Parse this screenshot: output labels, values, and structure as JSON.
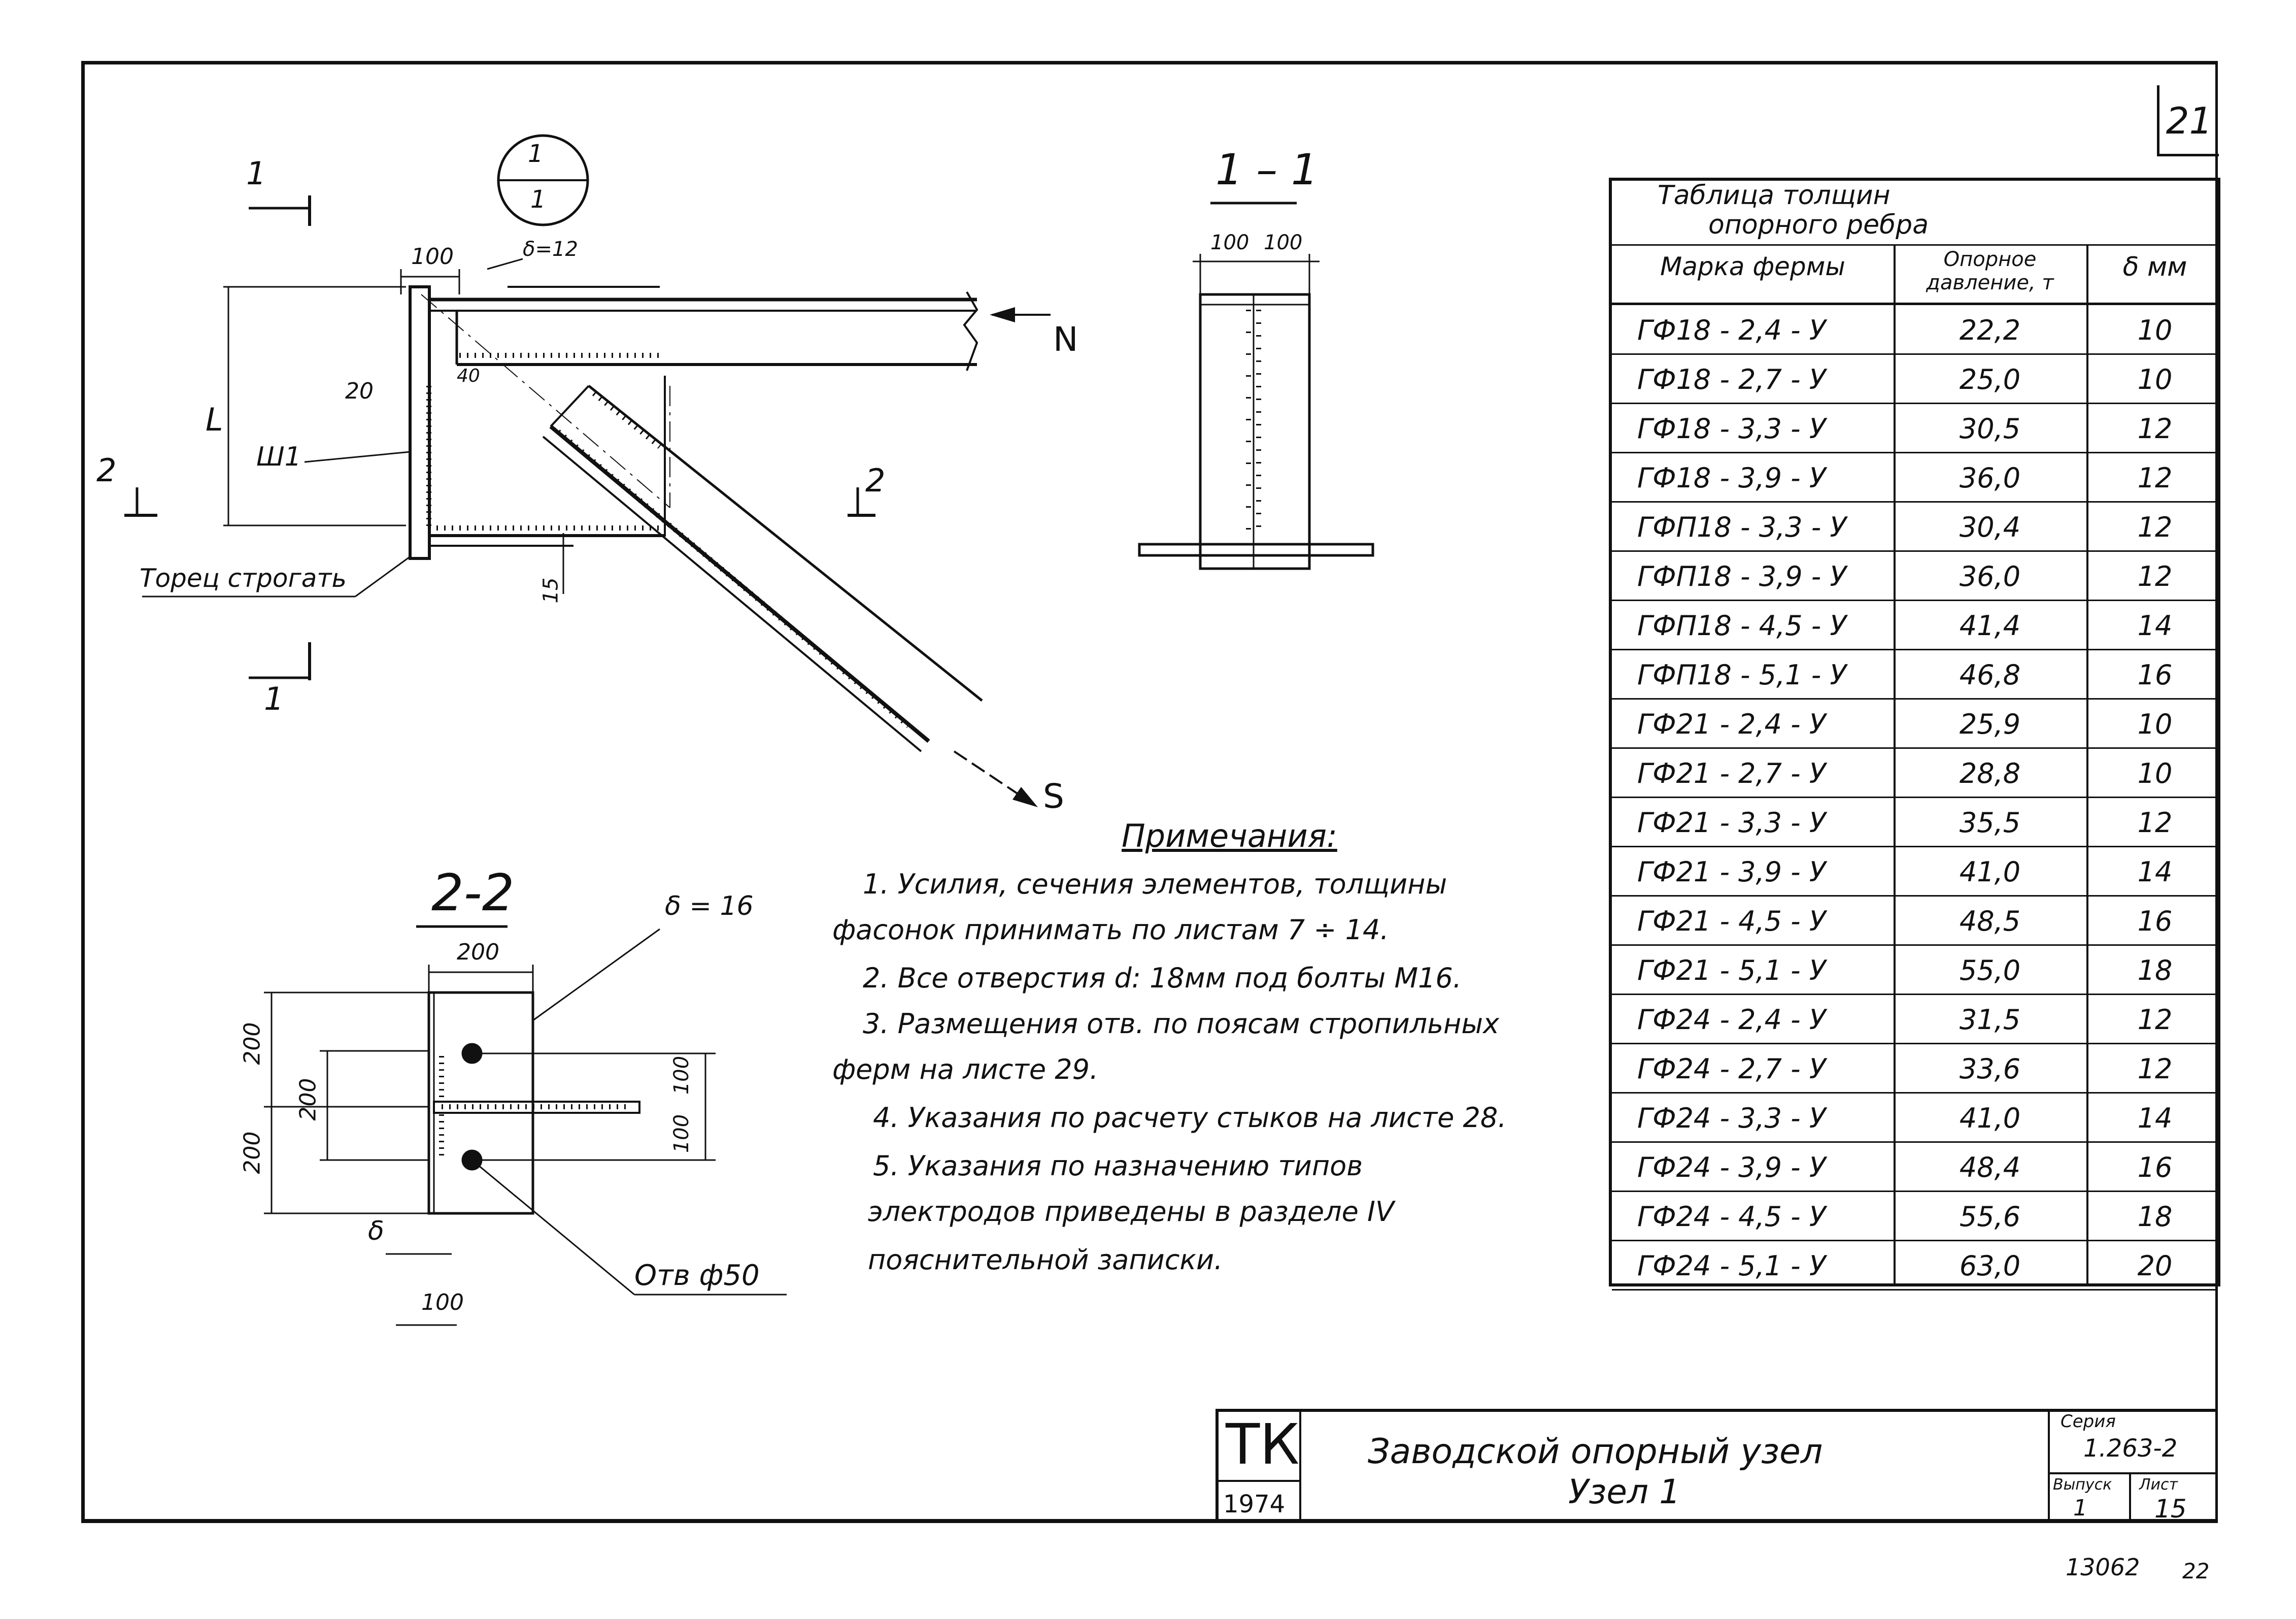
{
  "sheet_number": "21",
  "corner_note": {
    "code": "13062",
    "num": "22"
  },
  "drawing_labels": {
    "node_circle_top": "1",
    "node_circle_bottom": "1",
    "section_1_1_title": "1 – 1",
    "section_2_2_title": "2-2",
    "cut_1_top": "1",
    "cut_1_bottom": "1",
    "cut_2_left": "2",
    "cut_2_right": "2",
    "dim_100": "100",
    "delta_12": "δ=12",
    "dim_L": "L",
    "dim_20": "20",
    "dim_40": "40",
    "dim_15": "15",
    "weld_w1": "Ш1",
    "force_N": "N",
    "force_S": "S",
    "end_face_note": "Торец строгать",
    "s11_dim_left": "100",
    "s11_dim_right": "100",
    "s22_delta16": "δ = 16",
    "s22_dim_200_top": "200",
    "s22_dim_200_left_a": "200",
    "s22_dim_200_left_b": "200",
    "s22_dim_200_inner": "200",
    "s22_dim_100_r1": "100",
    "s22_dim_100_r2": "100",
    "s22_delta": "δ",
    "s22_dim_100_bottom": "100",
    "s22_hole": "Отв ф50"
  },
  "notes": {
    "title": "Примечания:",
    "lines": [
      "1. Усилия, сечения элементов, толщины",
      "фасонок принимать по листам 7 ÷ 14.",
      "2. Все отверстия d: 18мм под болты М16.",
      "3. Размещения отв. по поясам стропильных",
      "ферм на листе 29.",
      "4. Указания по расчету стыков на листе 28.",
      "5. Указания по назначению типов",
      "электродов приведены в разделе IV",
      "пояснительной записки."
    ]
  },
  "table": {
    "title_line1": "Таблица толщин",
    "title_line2": "опорного ребра",
    "headers": [
      "Марка фермы",
      "Опорное давление, т",
      "δ мм"
    ],
    "rows": [
      [
        "ГФ18 - 2,4 - У",
        "22,2",
        "10"
      ],
      [
        "ГФ18 - 2,7 - У",
        "25,0",
        "10"
      ],
      [
        "ГФ18 - 3,3 - У",
        "30,5",
        "12"
      ],
      [
        "ГФ18 - 3,9 - У",
        "36,0",
        "12"
      ],
      [
        "ГФП18 - 3,3 - У",
        "30,4",
        "12"
      ],
      [
        "ГФП18 - 3,9 - У",
        "36,0",
        "12"
      ],
      [
        "ГФП18 - 4,5 - У",
        "41,4",
        "14"
      ],
      [
        "ГФП18 - 5,1 - У",
        "46,8",
        "16"
      ],
      [
        "ГФ21 - 2,4 - У",
        "25,9",
        "10"
      ],
      [
        "ГФ21 - 2,7 - У",
        "28,8",
        "10"
      ],
      [
        "ГФ21 - 3,3 - У",
        "35,5",
        "12"
      ],
      [
        "ГФ21 - 3,9 - У",
        "41,0",
        "14"
      ],
      [
        "ГФ21 - 4,5 - У",
        "48,5",
        "16"
      ],
      [
        "ГФ21 - 5,1 - У",
        "55,0",
        "18"
      ],
      [
        "ГФ24 - 2,4 - У",
        "31,5",
        "12"
      ],
      [
        "ГФ24 - 2,7 - У",
        "33,6",
        "12"
      ],
      [
        "ГФ24 - 3,3 - У",
        "41,0",
        "14"
      ],
      [
        "ГФ24 - 3,9 - У",
        "48,4",
        "16"
      ],
      [
        "ГФ24 - 4,5 - У",
        "55,6",
        "18"
      ],
      [
        "ГФ24 - 5,1 - У",
        "63,0",
        "20"
      ]
    ]
  },
  "title_block": {
    "org": "ТК",
    "year": "1974",
    "title_line1": "Заводской опорный узел",
    "title_line2": "Узел 1",
    "series_label": "Серия",
    "series_value": "1.263-2",
    "issue_label": "Выпуск",
    "issue_value": "1",
    "sheet_label": "Лист",
    "sheet_value": "15"
  }
}
